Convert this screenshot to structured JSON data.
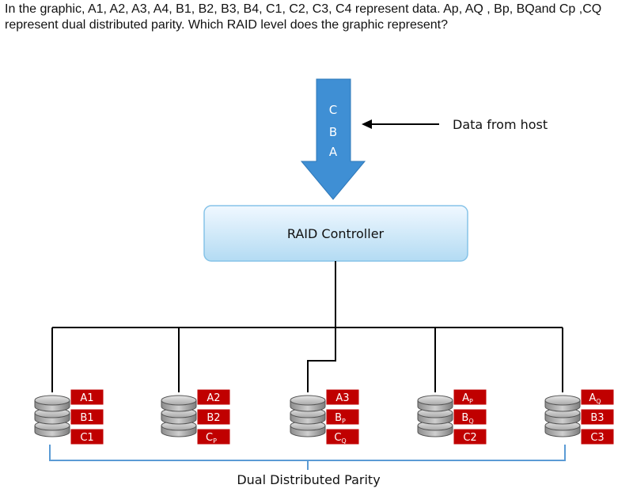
{
  "question": {
    "text": "In the graphic, A1, A2, A3, A4, B1, B2, B3, B4, C1, C2, C3, C4 represent data. Ap, AQ , Bp, BQand Cp ,CQ represent dual distributed parity. Which RAID level does the graphic represent?"
  },
  "diagram": {
    "arrow_letters": [
      "C",
      "B",
      "A"
    ],
    "host_label": "Data from host",
    "controller_label": "RAID Controller",
    "parity_label": "Dual Distributed Parity",
    "disks": [
      {
        "blocks": [
          {
            "base": "A1",
            "sub": ""
          },
          {
            "base": "B1",
            "sub": ""
          },
          {
            "base": "C1",
            "sub": ""
          }
        ]
      },
      {
        "blocks": [
          {
            "base": "A2",
            "sub": ""
          },
          {
            "base": "B2",
            "sub": ""
          },
          {
            "base": "C",
            "sub": "P"
          }
        ]
      },
      {
        "blocks": [
          {
            "base": "A3",
            "sub": ""
          },
          {
            "base": "B",
            "sub": "P"
          },
          {
            "base": "C",
            "sub": "Q"
          }
        ]
      },
      {
        "blocks": [
          {
            "base": "A",
            "sub": "P"
          },
          {
            "base": "B",
            "sub": "Q"
          },
          {
            "base": "C2",
            "sub": ""
          }
        ]
      },
      {
        "blocks": [
          {
            "base": "A",
            "sub": "Q"
          },
          {
            "base": "B3",
            "sub": ""
          },
          {
            "base": "C3",
            "sub": ""
          }
        ]
      }
    ],
    "colors": {
      "arrow": "#3f8fd4",
      "controller_top": "#f0f8ff",
      "controller_bottom": "#b3dbf3",
      "controller_border": "#86c3e8",
      "block": "#c00000",
      "bracket": "#5b9bd5",
      "line": "#000000"
    }
  }
}
